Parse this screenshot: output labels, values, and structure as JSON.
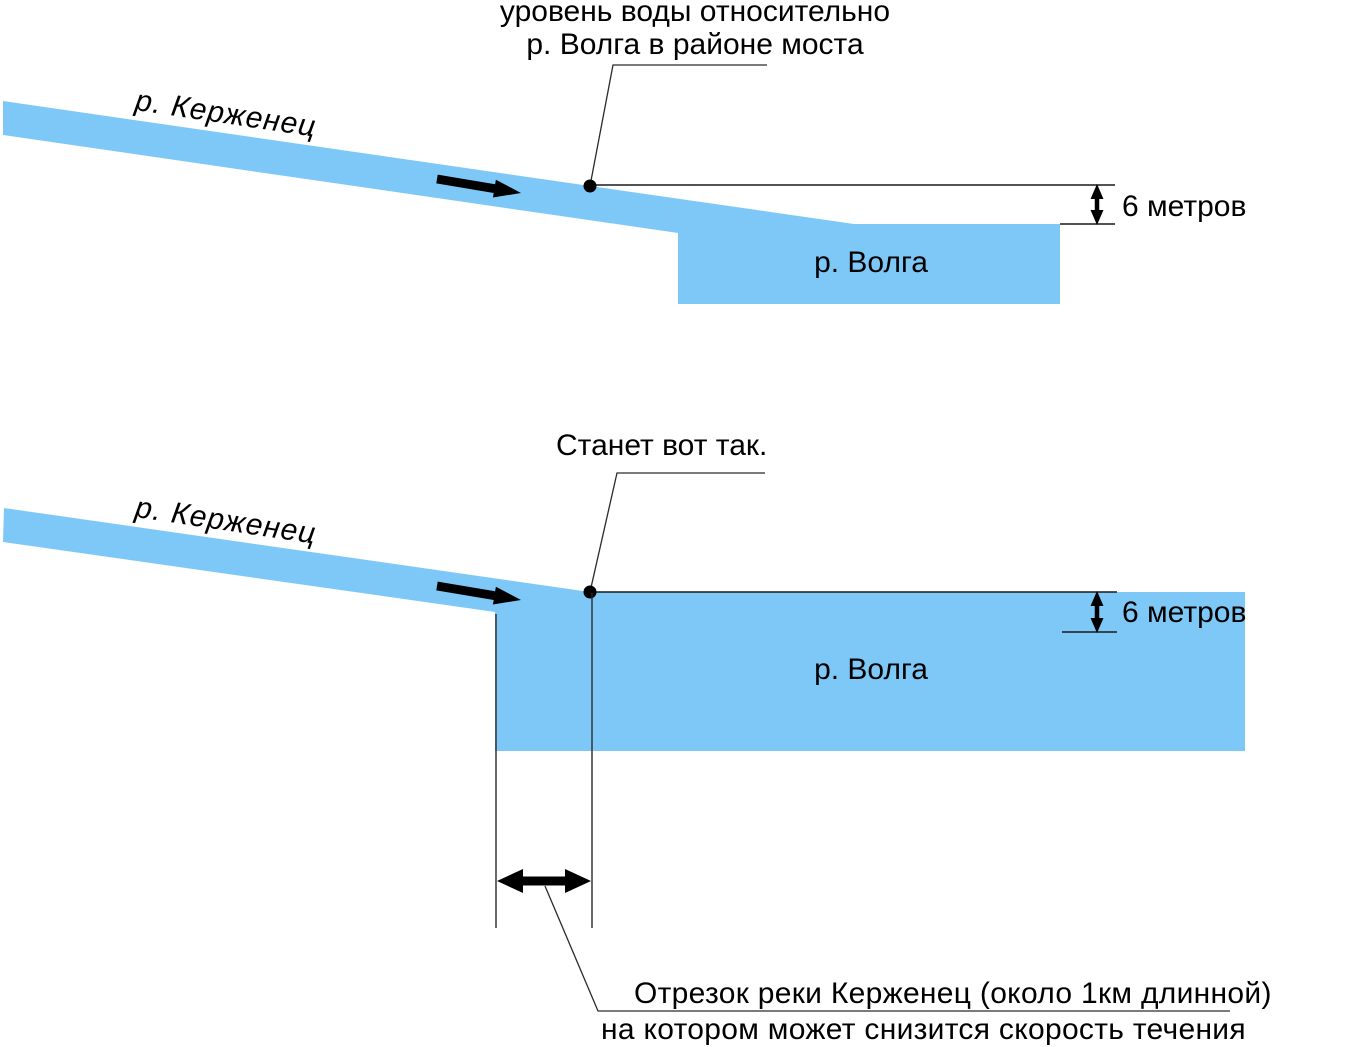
{
  "colors": {
    "water": "#7EC8F8",
    "ink": "#000000"
  },
  "top_panel": {
    "river_label": "р. Керженец",
    "annotation_line1": "уровень воды относительно",
    "annotation_line2": "р. Волга в районе моста",
    "volga_label": "р. Волга",
    "depth_label": "6 метров"
  },
  "bottom_panel": {
    "title": "Станет вот так.",
    "river_label": "р. Керженец",
    "volga_label": "р. Волга",
    "depth_label": "6 метров",
    "caption_line1": "Отрезок реки Керженец (около 1км длинной)",
    "caption_line2": "на котором может снизится скорость течения"
  }
}
